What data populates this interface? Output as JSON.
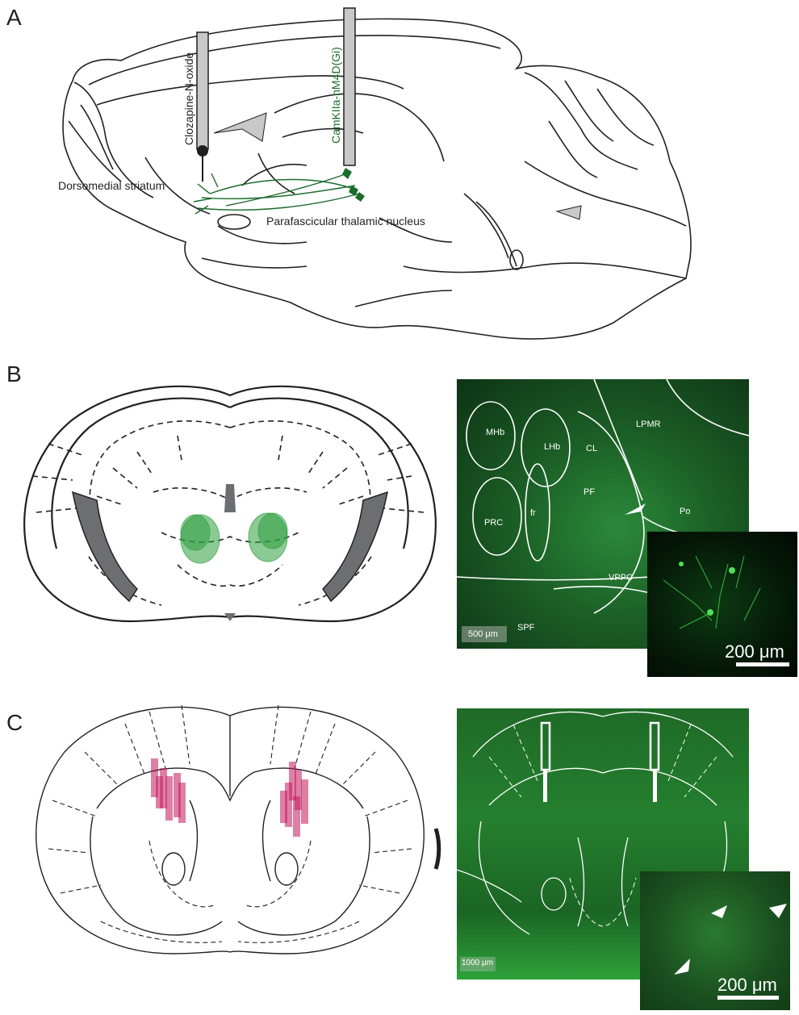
{
  "panels": [
    {
      "letter": "A"
    },
    {
      "letter": "B"
    },
    {
      "letter": "C"
    }
  ],
  "panel_a": {
    "drug_label": "Clozapine-N-oxide",
    "virus_label": "CamKIIa-hM4D(Gi)",
    "striatum_label": "Dorsomedial striatum",
    "pf_label": "Parafascicular thalamic nucleus",
    "virus_color": "#1a6b2c"
  },
  "panel_b": {
    "micro_labels": [
      "MHb",
      "LHb",
      "CL",
      "LPMR",
      "PF",
      "fr",
      "PRC",
      "Po",
      "VPPC",
      "SPF"
    ],
    "scale_main": "500 μm",
    "scale_inset": "200 μm",
    "virus_spread_color": "#2e9e3e"
  },
  "panel_c": {
    "scale_main": "1000 μm",
    "scale_inset": "200 μm",
    "cannula_color": "#c2185b"
  }
}
